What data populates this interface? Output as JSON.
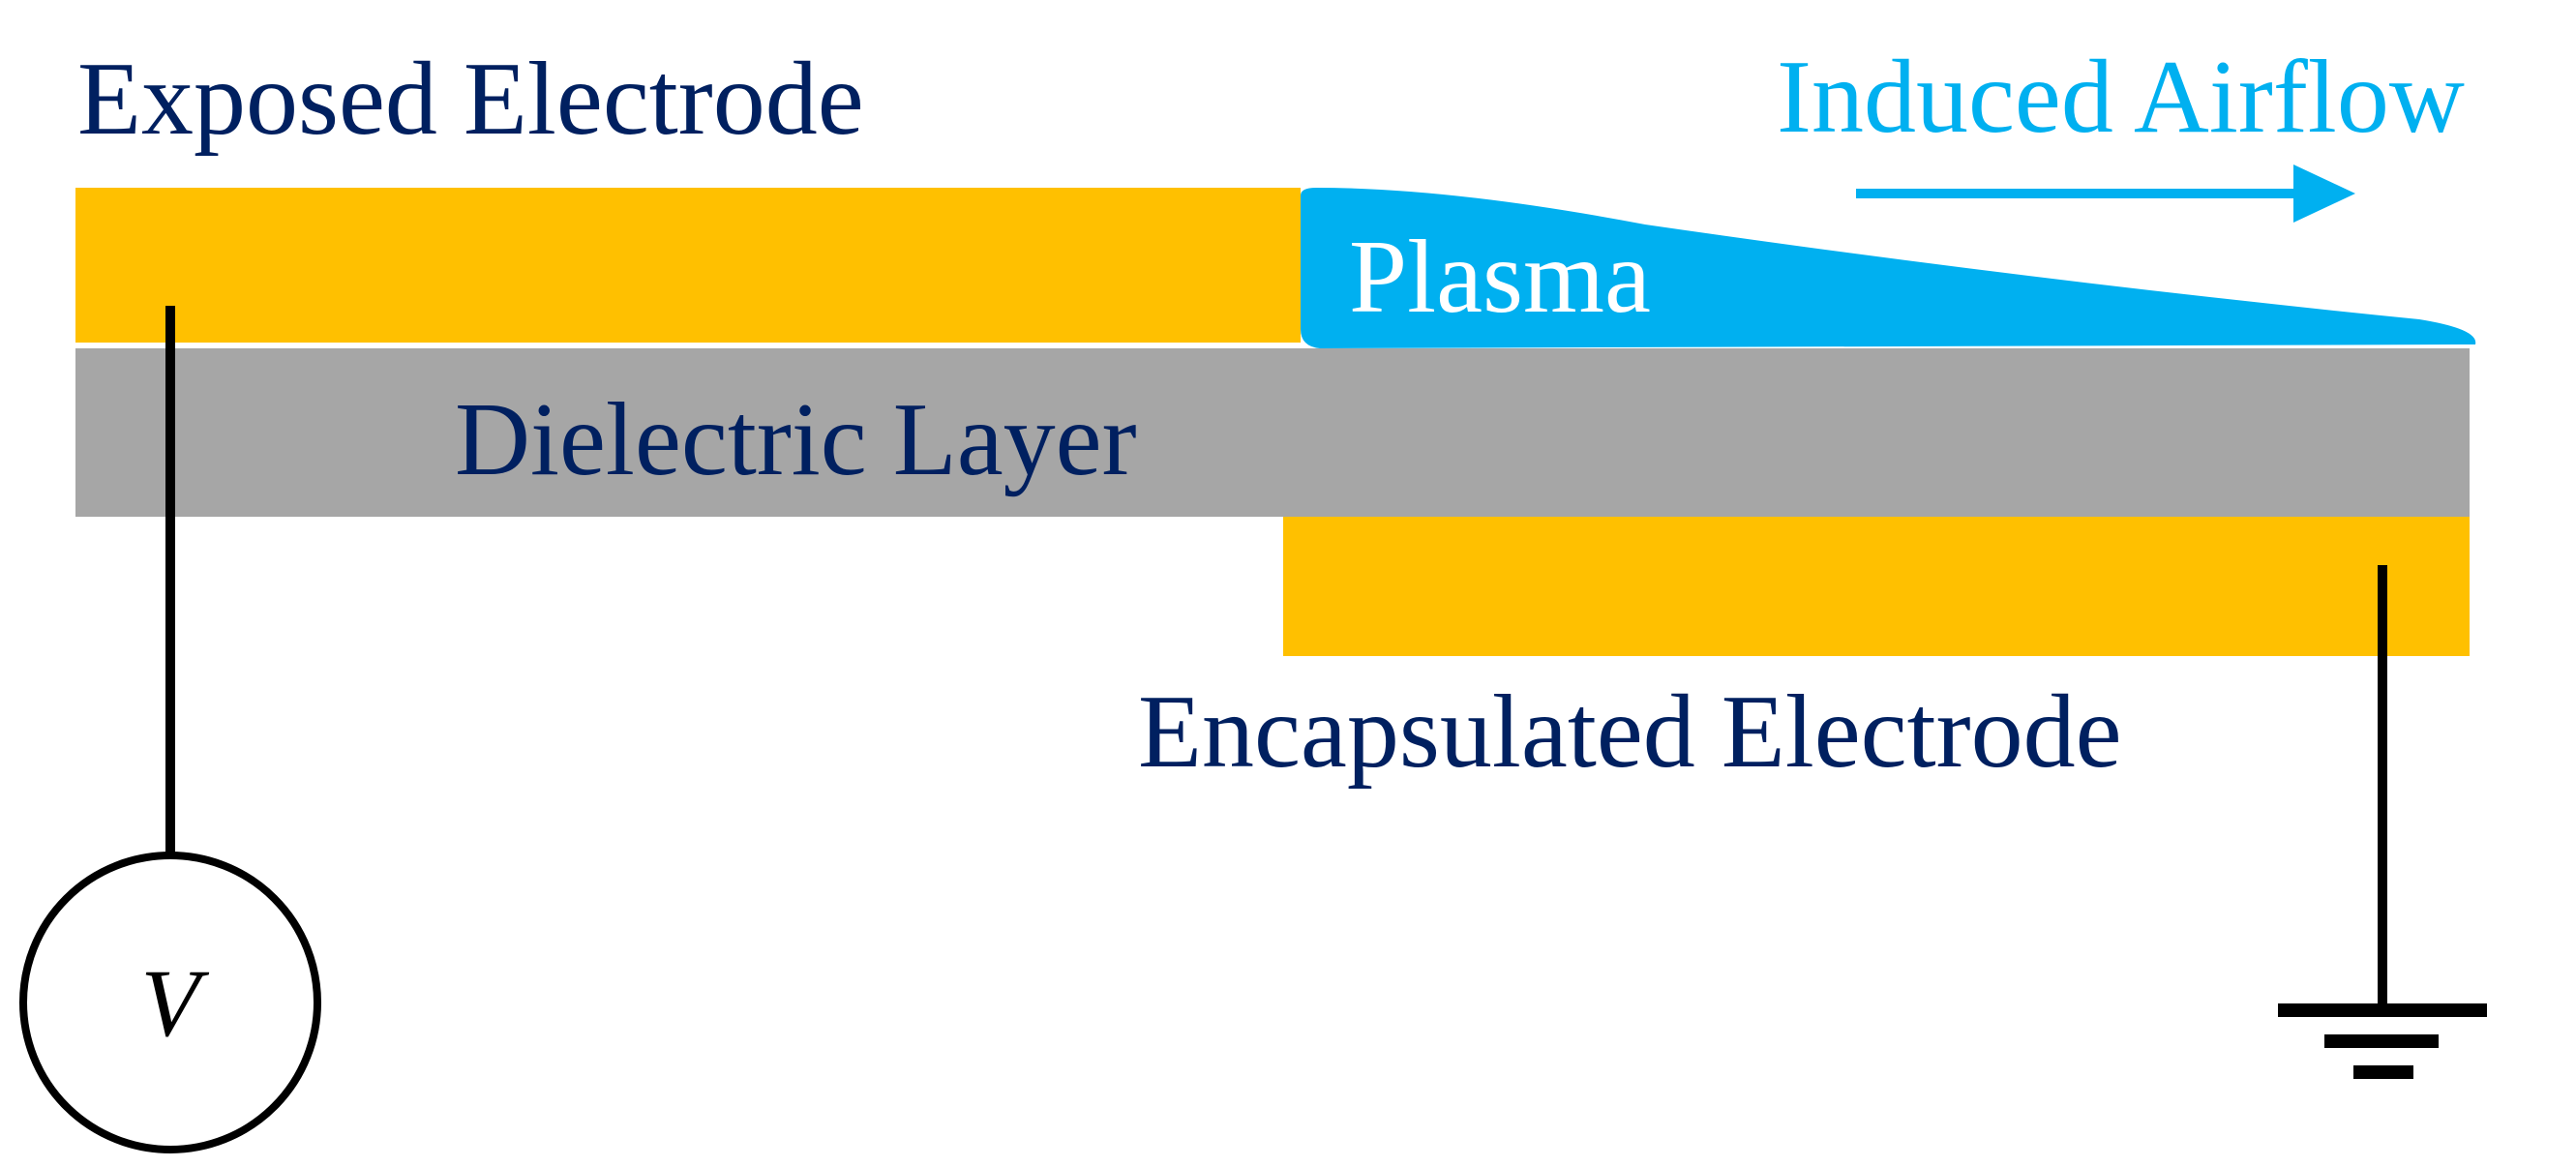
{
  "labels": {
    "exposed_electrode": "Exposed Electrode",
    "induced_airflow": "Induced Airflow",
    "plasma": "Plasma",
    "dielectric_layer": "Dielectric Layer",
    "encapsulated_electrode": "Encapsulated Electrode",
    "voltage_source": "V"
  },
  "colors": {
    "electrode": "#FFC000",
    "dielectric": "#A6A6A6",
    "plasma": "#00B0F0",
    "label_text": "#002060",
    "plasma_text": "#FFFFFF",
    "wire": "#000000"
  },
  "icons": {
    "voltage_source": "ac-voltage-source-icon",
    "ground": "ground-icon",
    "airflow_arrow": "arrow-right-icon"
  }
}
